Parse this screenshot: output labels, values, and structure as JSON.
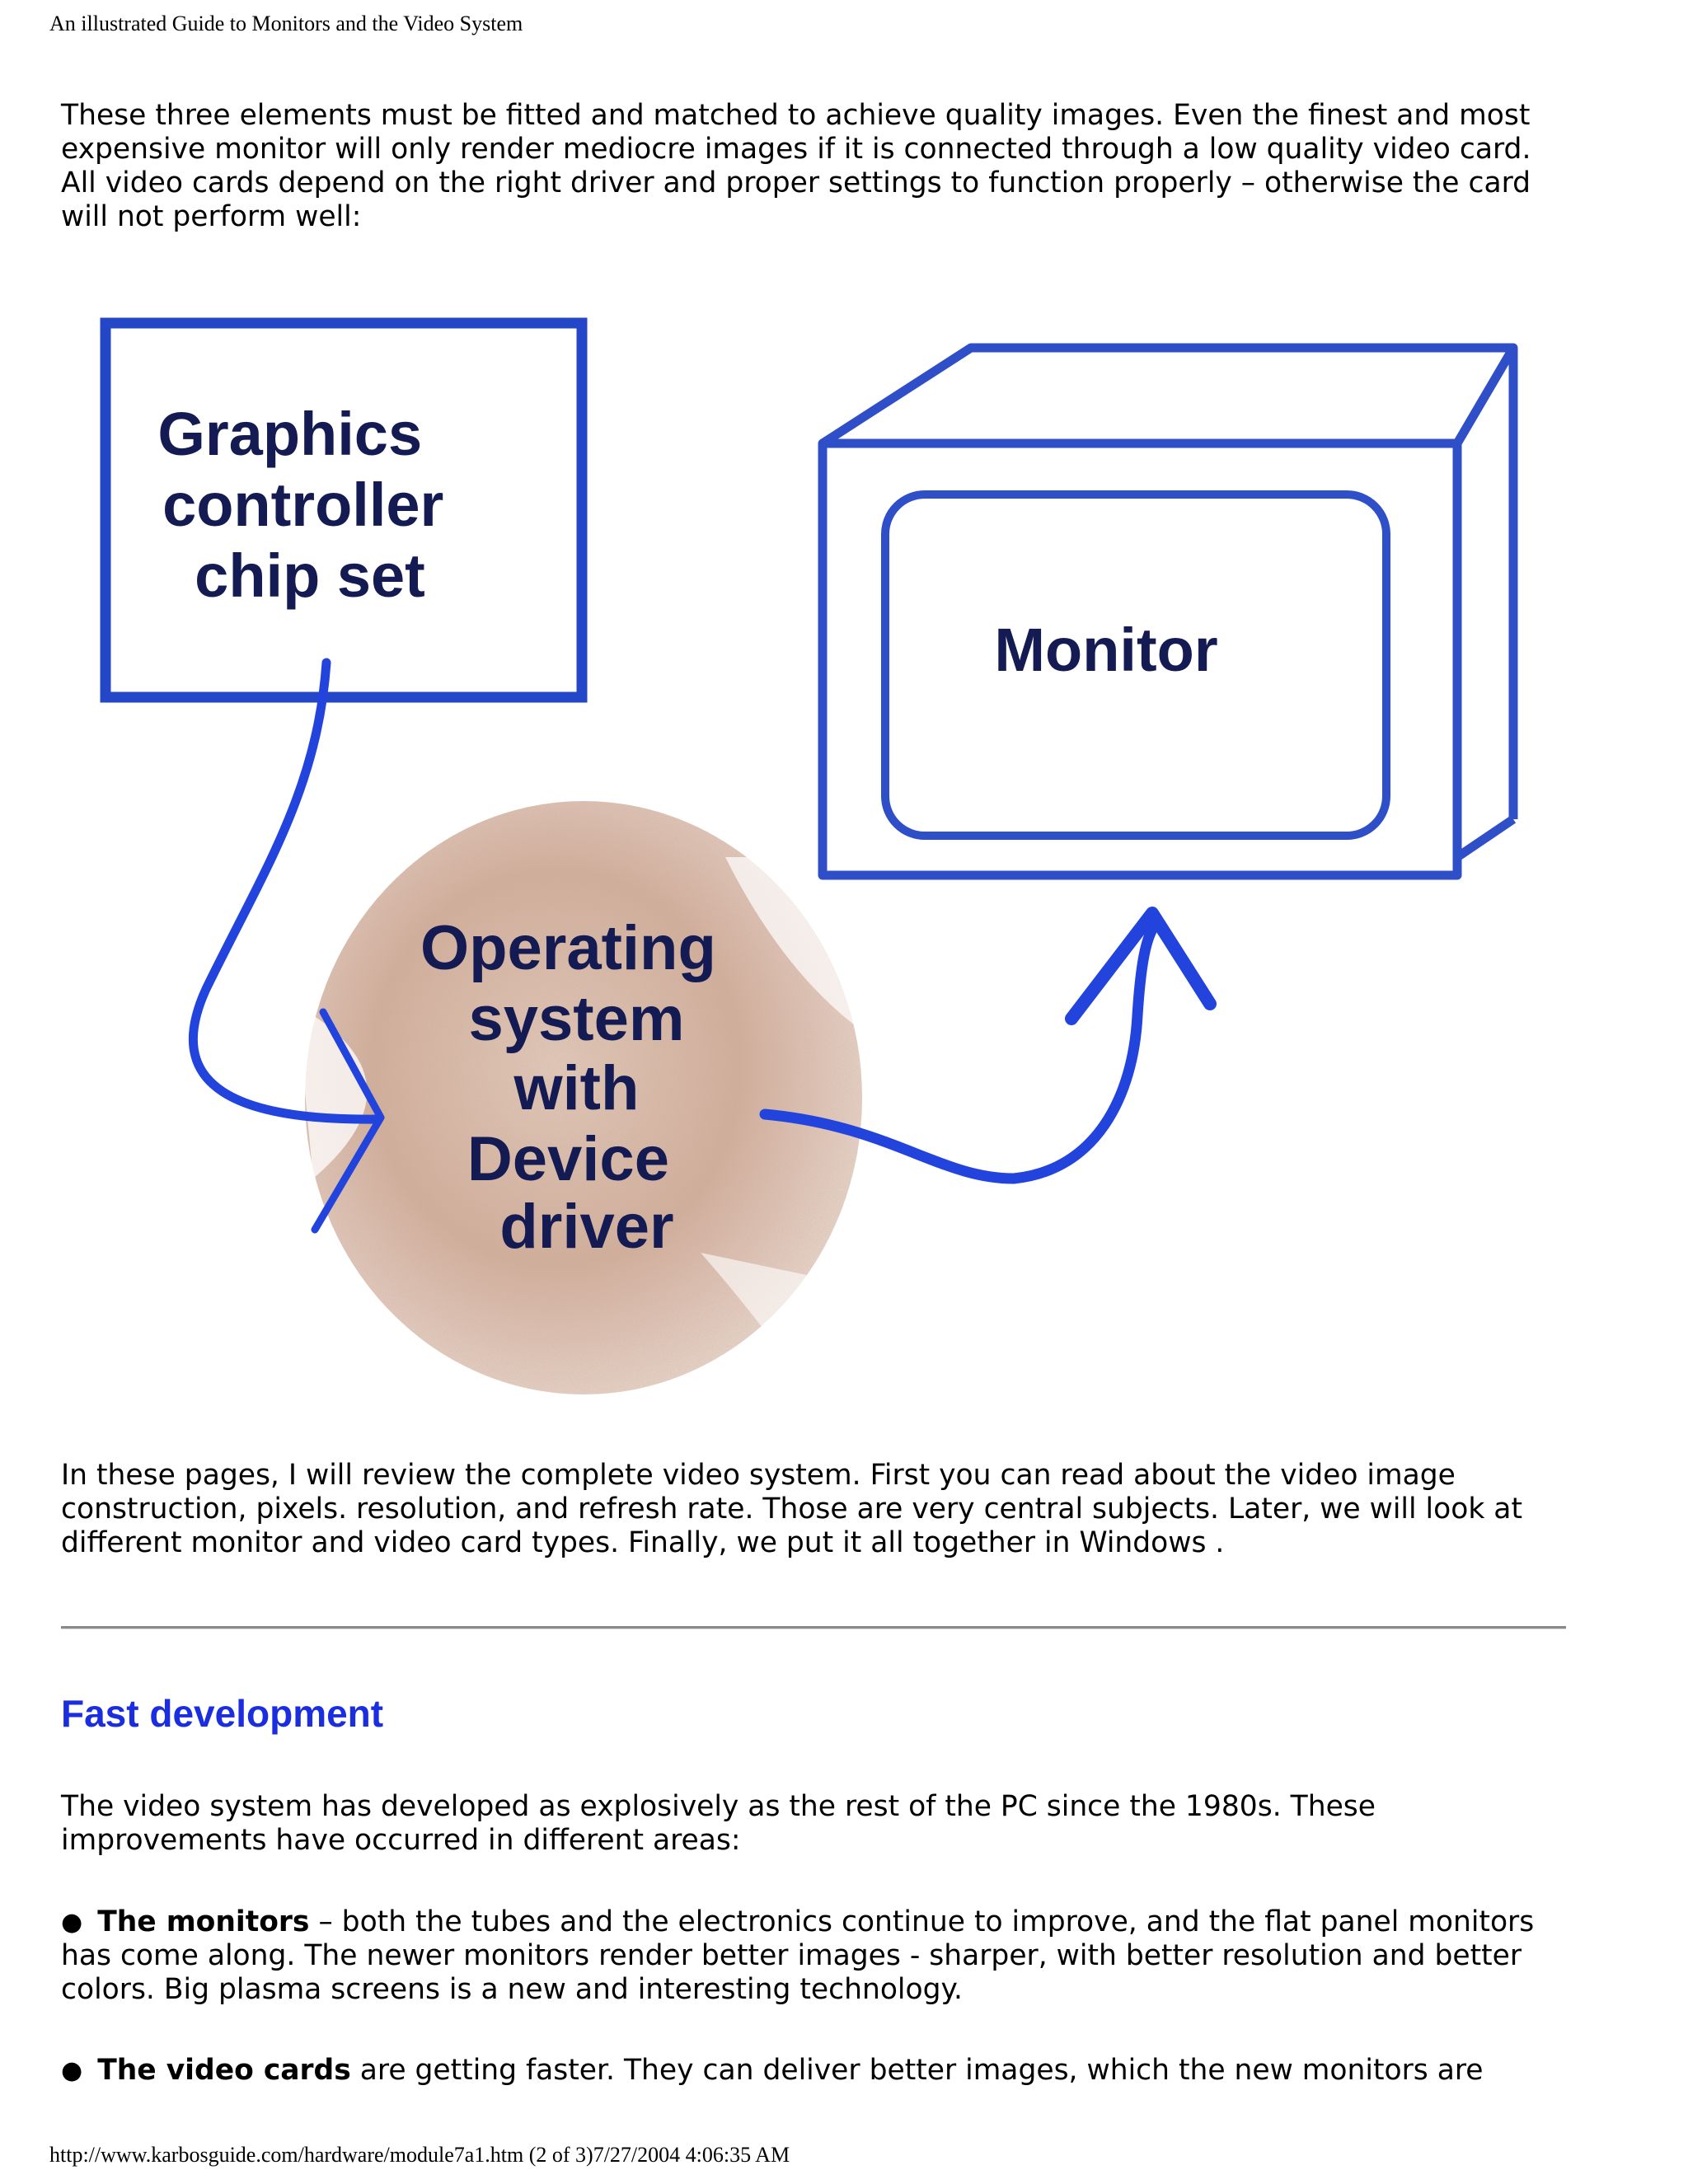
{
  "header": {
    "title": "An illustrated Guide to Monitors and the Video System"
  },
  "intro_text": "These three elements must be fitted and matched to achieve quality images. Even the finest and most expensive monitor will only render mediocre images if it is connected through a low quality video card. All video cards depend on the right driver and proper settings to function properly – otherwise the card will not perform well:",
  "diagram": {
    "box_lines": [
      "Graphics",
      "controller",
      "chip set"
    ],
    "circle_lines": [
      "Operating",
      "system",
      "with",
      "Device",
      "driver"
    ],
    "monitor_label": "Monitor",
    "colors": {
      "line": "#2a4fd6",
      "box": "#2447c8",
      "text": "#141a52",
      "circle": "#d9b9a6"
    }
  },
  "review_text": "In these pages, I will review the complete video system. First you can read about the video image construction, pixels. resolution, and refresh rate. Those are very central subjects. Later, we will look at different monitor and video card types. Finally, we put it all together in Windows .",
  "section": {
    "heading": "Fast development",
    "heading_color": "#1a2ee0",
    "text": "The video system has developed as explosively as the rest of the PC since the 1980s. These improvements have occurred in different areas:"
  },
  "bullets": [
    {
      "bold": "The monitors",
      "text": " – both the tubes and the electronics continue to improve, and the flat panel monitors has come along. The newer monitors render better images - sharper, with better resolution and better colors. Big plasma screens is a new and interesting technology."
    },
    {
      "bold": "The video cards",
      "text": " are getting faster. They can deliver better images, which the new monitors are"
    }
  ],
  "footer": {
    "text": "http://www.karbosguide.com/hardware/module7a1.htm (2 of 3)7/27/2004 4:06:35 AM"
  }
}
